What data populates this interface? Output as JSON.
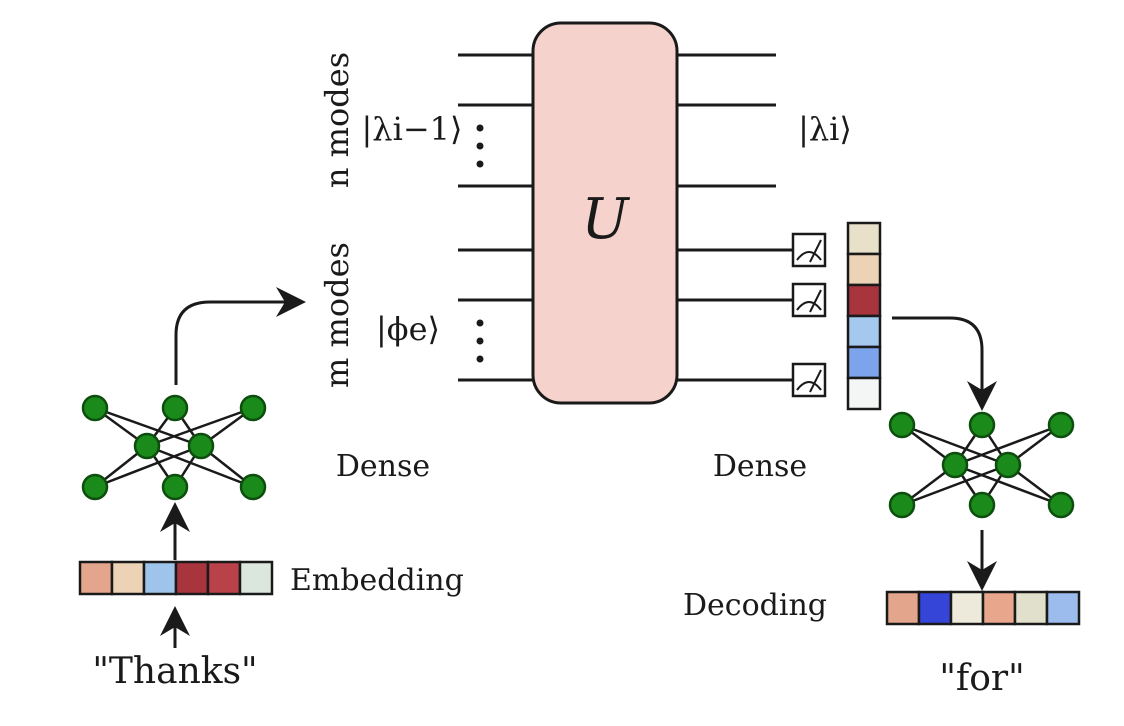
{
  "circuit": {
    "unitary_label": "U",
    "top_register": {
      "modes_label": "n modes",
      "input_state": "|λi−1⟩",
      "output_state": "|λi⟩"
    },
    "bottom_register": {
      "modes_label": "m modes",
      "input_state": "|ϕe⟩"
    }
  },
  "labels": {
    "dense_left": "Dense",
    "dense_right": "Dense",
    "embedding": "Embedding",
    "decoding": "Decoding"
  },
  "tokens": {
    "input": "\"Thanks\"",
    "output": "\"for\""
  },
  "colors": {
    "unitary_fill": "#f5d3cc",
    "node_green": "#1a8a1a",
    "embedding_cells": [
      "#e3a58c",
      "#ecd3b6",
      "#9fc4ec",
      "#a8343e",
      "#b9414a",
      "#dbe7dc"
    ],
    "measurement_cells": [
      "#e8e0c8",
      "#ecd3b6",
      "#a8343e",
      "#a4c8ee",
      "#7ba4ec",
      "#f3f6f4"
    ],
    "decoding_cells": [
      "#e3a58c",
      "#3545d8",
      "#eeeadb",
      "#e8a78c",
      "#e1e0cc",
      "#9bbcec"
    ]
  }
}
